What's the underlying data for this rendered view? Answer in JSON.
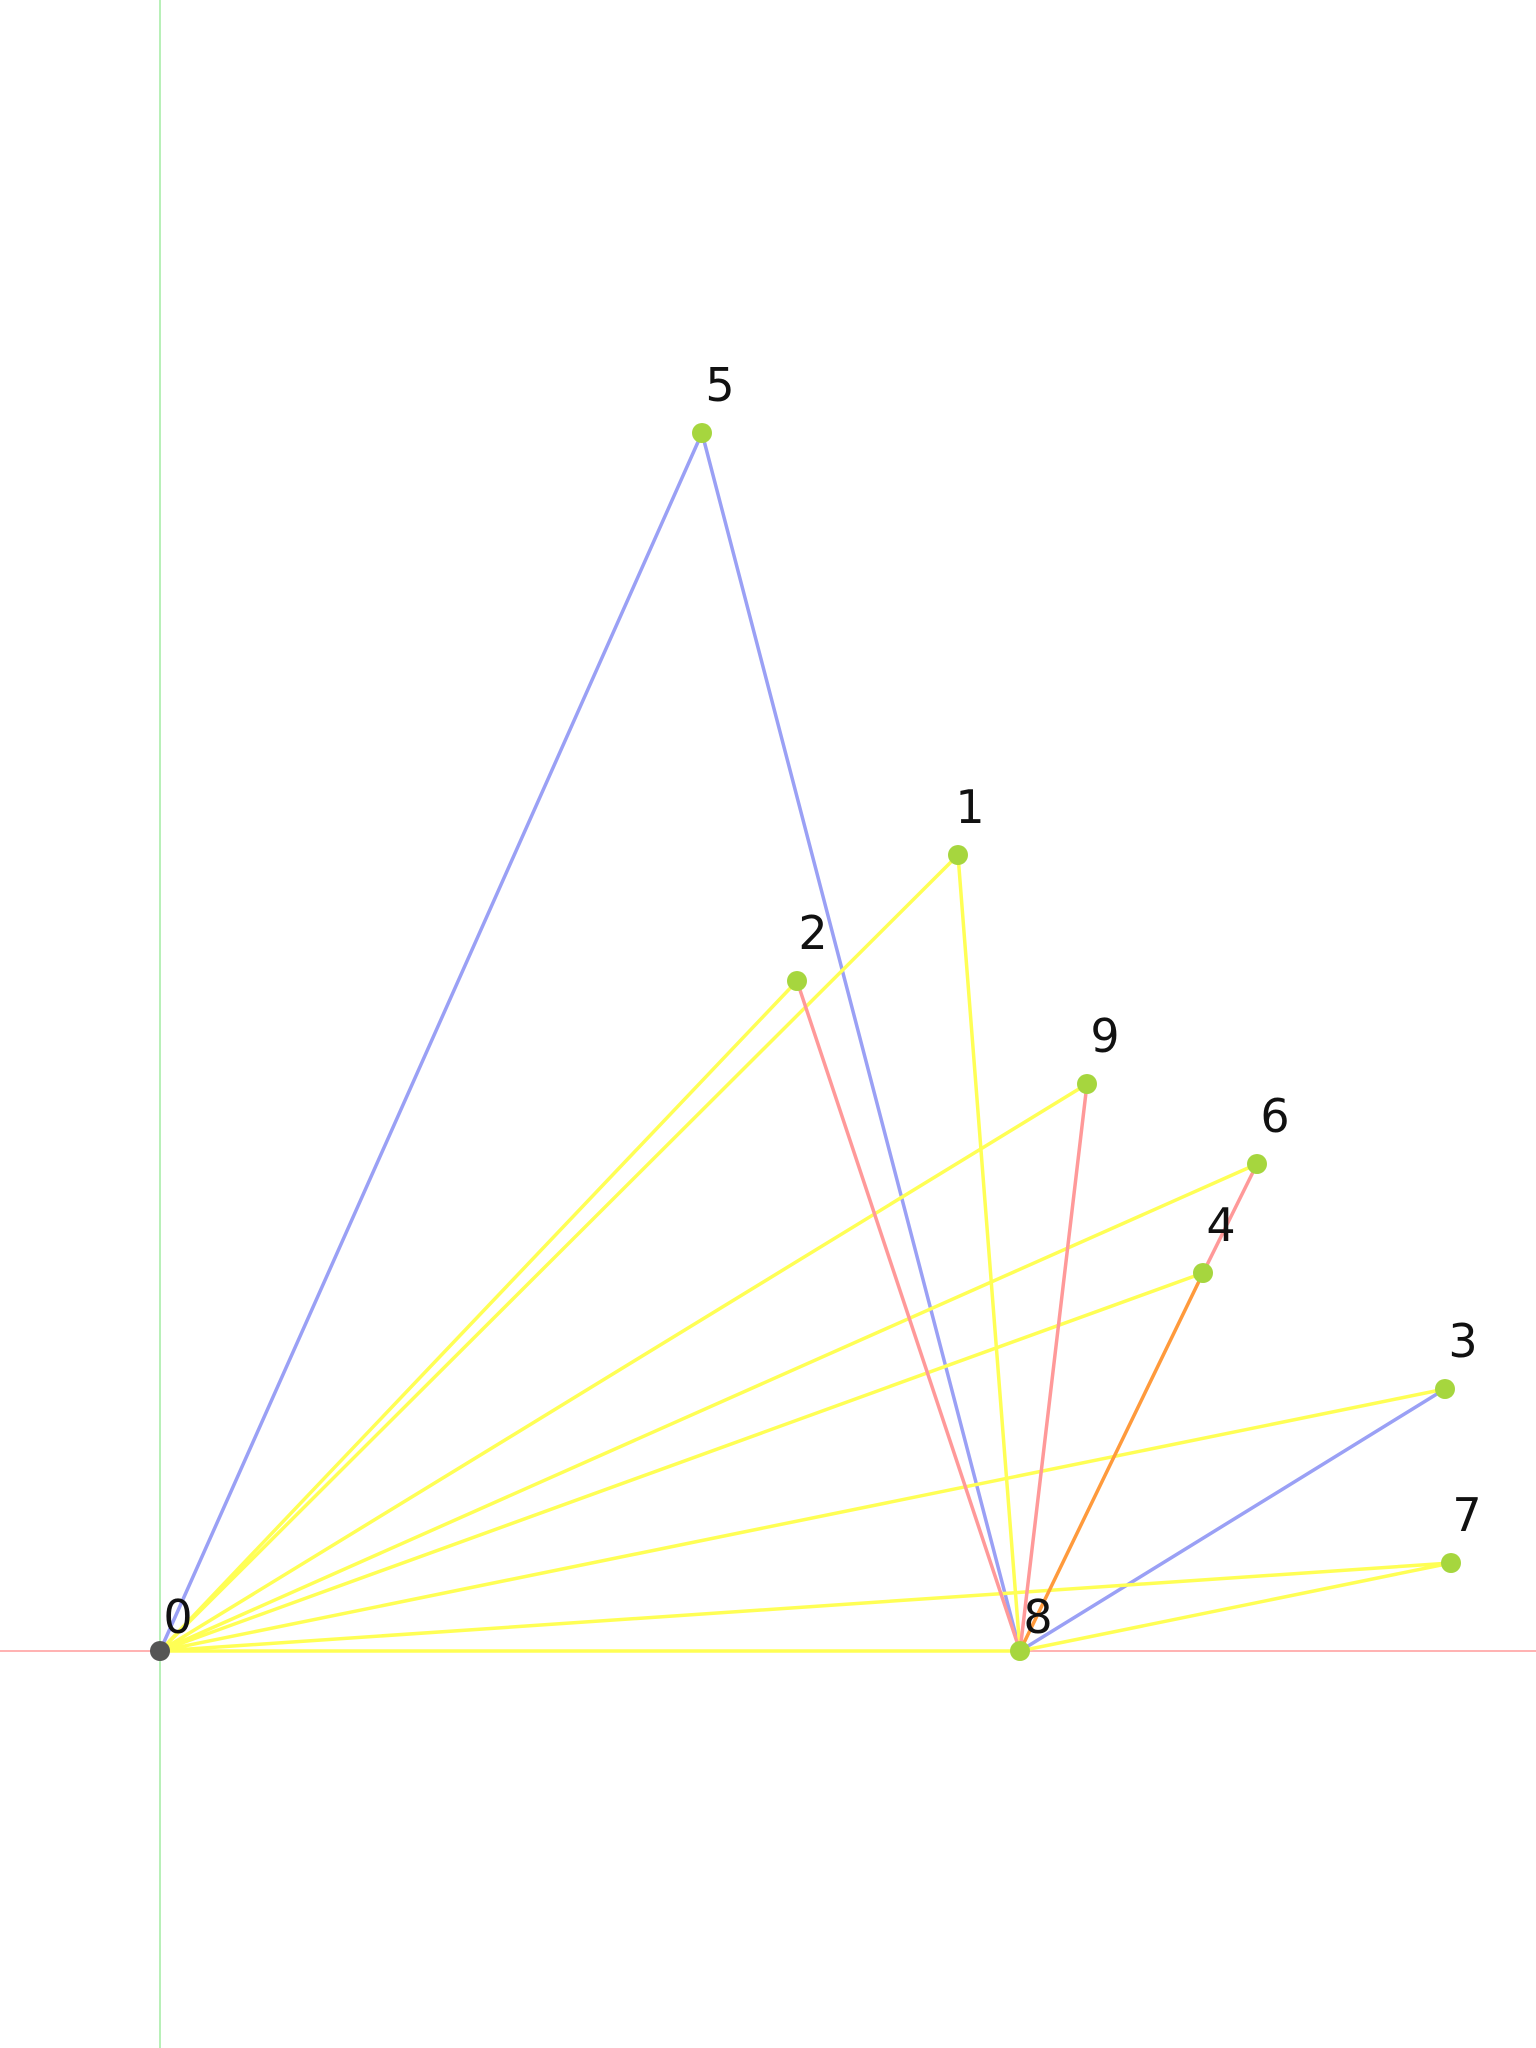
{
  "colors": {
    "background": "#ffffff",
    "x_axis": "#ffb3b3",
    "y_axis": "#b8f0b8",
    "edge_blue": "#9aa0f5",
    "edge_yellow": "#ffff55",
    "edge_red": "#ff9999",
    "edge_orange": "#ff9a3c",
    "node_default": "#a6d63e",
    "node_origin": "#555555",
    "label": "#111111"
  },
  "nodes": [
    {
      "id": "0",
      "label": "0",
      "color": "node_origin"
    },
    {
      "id": "1",
      "label": "1",
      "color": "node_default"
    },
    {
      "id": "2",
      "label": "2",
      "color": "node_default"
    },
    {
      "id": "3",
      "label": "3",
      "color": "node_default"
    },
    {
      "id": "4",
      "label": "4",
      "color": "node_default"
    },
    {
      "id": "5",
      "label": "5",
      "color": "node_default"
    },
    {
      "id": "6",
      "label": "6",
      "color": "node_default"
    },
    {
      "id": "7",
      "label": "7",
      "color": "node_default"
    },
    {
      "id": "8",
      "label": "8",
      "color": "node_default"
    },
    {
      "id": "9",
      "label": "9",
      "color": "node_default"
    }
  ],
  "edges": [
    {
      "from": "0",
      "to": "5",
      "color": "edge_blue"
    },
    {
      "from": "5",
      "to": "8",
      "color": "edge_blue"
    },
    {
      "from": "8",
      "to": "3",
      "color": "edge_blue"
    },
    {
      "from": "0",
      "to": "1",
      "color": "edge_yellow"
    },
    {
      "from": "0",
      "to": "2",
      "color": "edge_yellow"
    },
    {
      "from": "0",
      "to": "9",
      "color": "edge_yellow"
    },
    {
      "from": "0",
      "to": "6",
      "color": "edge_yellow"
    },
    {
      "from": "0",
      "to": "4",
      "color": "edge_yellow"
    },
    {
      "from": "0",
      "to": "3",
      "color": "edge_yellow"
    },
    {
      "from": "0",
      "to": "7",
      "color": "edge_yellow"
    },
    {
      "from": "0",
      "to": "8",
      "color": "edge_yellow"
    },
    {
      "from": "1",
      "to": "8",
      "color": "edge_yellow"
    },
    {
      "from": "8",
      "to": "7",
      "color": "edge_yellow"
    },
    {
      "from": "2",
      "to": "8",
      "color": "edge_red"
    },
    {
      "from": "9",
      "to": "8",
      "color": "edge_red"
    },
    {
      "from": "6",
      "to": "4",
      "color": "edge_red"
    },
    {
      "from": "4",
      "to": "8",
      "color": "edge_orange"
    }
  ]
}
